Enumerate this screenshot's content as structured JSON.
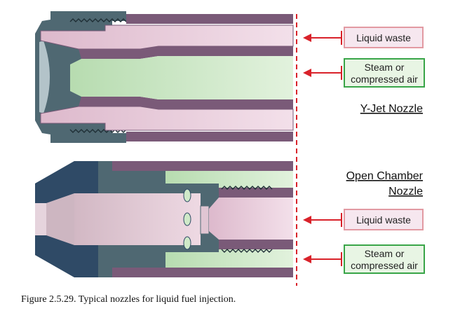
{
  "nozzle_top": {
    "title": "Y-Jet Nozzle",
    "label_liquid": "Liquid waste",
    "label_steam_line1": "Steam or",
    "label_steam_line2": "compressed air"
  },
  "nozzle_bottom": {
    "title_line1": "Open Chamber",
    "title_line2": "Nozzle",
    "label_liquid": "Liquid waste",
    "label_steam_line1": "Steam or",
    "label_steam_line2": "compressed air"
  },
  "caption": "Figure 2.5.29. Typical nozzles for liquid fuel injection.",
  "colors": {
    "outer_pipe": "#7a5a78",
    "inner_pink": "#ecd2e1",
    "inner_green": "#cfe9c8",
    "steel": "#4f6872",
    "steel_dark": "#2f4a66",
    "cut_line": "#d9222a",
    "box_liquid": "#e8a3a8",
    "box_steam": "#39a548"
  }
}
